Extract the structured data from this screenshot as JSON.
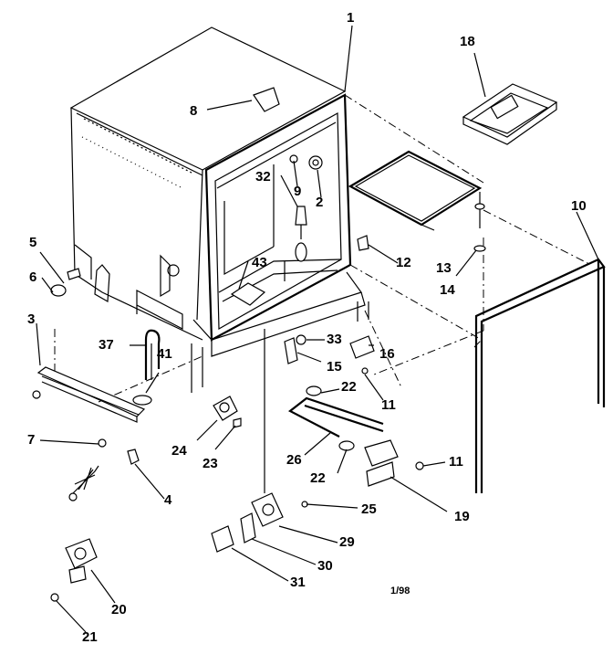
{
  "callouts": [
    {
      "id": "c1",
      "text": "1"
    },
    {
      "id": "c2",
      "text": "2"
    },
    {
      "id": "c3",
      "text": "3"
    },
    {
      "id": "c4",
      "text": "4"
    },
    {
      "id": "c5",
      "text": "5"
    },
    {
      "id": "c6",
      "text": "6"
    },
    {
      "id": "c7",
      "text": "7"
    },
    {
      "id": "c8",
      "text": "8"
    },
    {
      "id": "c9",
      "text": "9"
    },
    {
      "id": "c10",
      "text": "10"
    },
    {
      "id": "c11a",
      "text": "11"
    },
    {
      "id": "c11b",
      "text": "11"
    },
    {
      "id": "c12",
      "text": "12"
    },
    {
      "id": "c13",
      "text": "13"
    },
    {
      "id": "c14",
      "text": "14"
    },
    {
      "id": "c15",
      "text": "15"
    },
    {
      "id": "c16",
      "text": "16"
    },
    {
      "id": "c18",
      "text": "18"
    },
    {
      "id": "c19",
      "text": "19"
    },
    {
      "id": "c20",
      "text": "20"
    },
    {
      "id": "c21",
      "text": "21"
    },
    {
      "id": "c22a",
      "text": "22"
    },
    {
      "id": "c22b",
      "text": "22"
    },
    {
      "id": "c23",
      "text": "23"
    },
    {
      "id": "c24",
      "text": "24"
    },
    {
      "id": "c25",
      "text": "25"
    },
    {
      "id": "c26",
      "text": "26"
    },
    {
      "id": "c29",
      "text": "29"
    },
    {
      "id": "c30",
      "text": "30"
    },
    {
      "id": "c31",
      "text": "31"
    },
    {
      "id": "c32",
      "text": "32"
    },
    {
      "id": "c33",
      "text": "33"
    },
    {
      "id": "c37",
      "text": "37"
    },
    {
      "id": "c41",
      "text": "41"
    },
    {
      "id": "c43",
      "text": "43"
    }
  ],
  "date_code": "1/98"
}
